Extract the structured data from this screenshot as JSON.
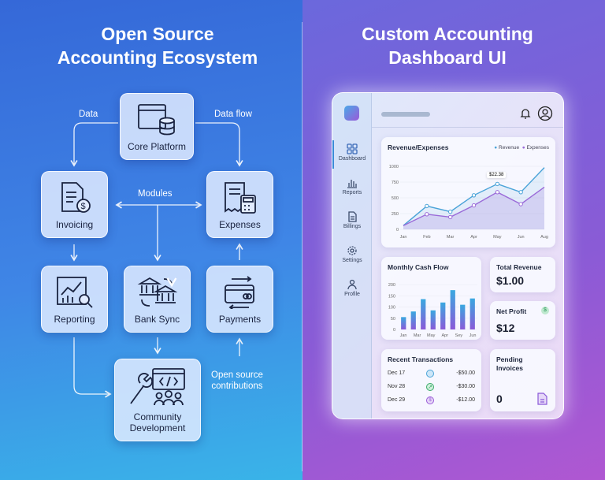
{
  "left": {
    "title_line1": "Open Source",
    "title_line2": "Accounting Ecosystem",
    "nodes": {
      "core": "Core Platform",
      "invoicing": "Invoicing",
      "expenses": "Expenses",
      "reporting": "Reporting",
      "bank_sync": "Bank Sync",
      "payments": "Payments",
      "community_line1": "Community",
      "community_line2": "Development"
    },
    "labels": {
      "data": "Data",
      "data_flow": "Data flow",
      "modules": "Modules",
      "contrib_line1": "Open source",
      "contrib_line2": "contributions"
    }
  },
  "right": {
    "title_line1": "Custom Accounting",
    "title_line2": "Dashboard UI",
    "nav": [
      "Dashboard",
      "Reports",
      "Billings",
      "Settings",
      "Profile"
    ],
    "revenue_card": {
      "title": "Revenue/Expenses",
      "legend": [
        "Revenue",
        "Expenses"
      ],
      "tooltip": "$22.38"
    },
    "cashflow_card": {
      "title": "Monthly Cash Flow"
    },
    "total_revenue": {
      "label": "Total Revenue",
      "value": "$1.00"
    },
    "net_profit": {
      "label": "Net Profit",
      "value": "$12"
    },
    "recent": {
      "title": "Recent Transactions",
      "rows": [
        {
          "date": "Dec 17",
          "amount": "-$50.00"
        },
        {
          "date": "Nov 28",
          "amount": "-$30.00"
        },
        {
          "date": "Dec 29",
          "amount": "-$12.00"
        }
      ]
    },
    "pending": {
      "label_line1": "Pending",
      "label_line2": "Invoices",
      "value": "0"
    }
  },
  "colors": {
    "revenue": "#4aa3d8",
    "expenses": "#9a6ad8"
  },
  "chart_data": [
    {
      "type": "line",
      "title": "Revenue/Expenses",
      "categories": [
        "Jan",
        "Feb",
        "Mar",
        "Apr",
        "May",
        "Jun",
        "Aug"
      ],
      "yticks": [
        "0",
        "250",
        "500",
        "750",
        "1000"
      ],
      "ylim": [
        0,
        1000
      ],
      "series": [
        {
          "name": "Revenue",
          "values": [
            60,
            370,
            280,
            540,
            720,
            590,
            980
          ]
        },
        {
          "name": "Expenses",
          "values": [
            60,
            240,
            195,
            380,
            590,
            400,
            670
          ]
        }
      ]
    },
    {
      "type": "bar",
      "title": "Monthly Cash Flow",
      "tick_labels": [
        "Jan",
        "Mar",
        "May",
        "Apr",
        "Sey",
        "Jun"
      ],
      "yticks": [
        "0",
        "50",
        "100",
        "150",
        "200"
      ],
      "ylim": [
        0,
        200
      ],
      "values": [
        55,
        80,
        135,
        85,
        120,
        175,
        110,
        138
      ]
    }
  ]
}
